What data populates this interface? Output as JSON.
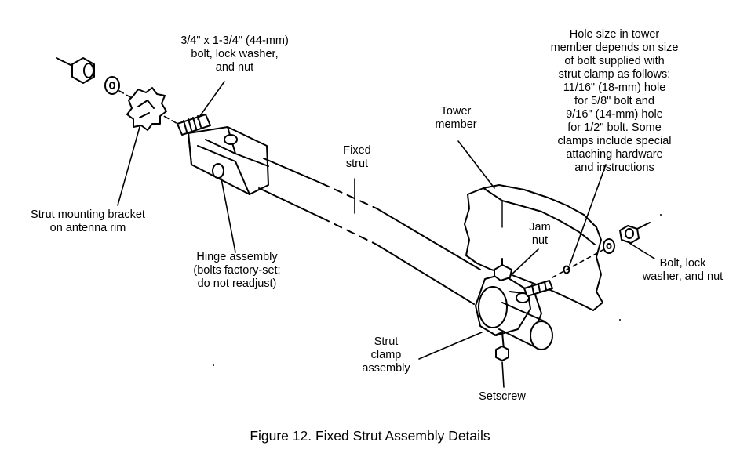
{
  "labels": {
    "bolt_top": "3/4\" x 1-3/4\" (44-mm)\nbolt, lock washer,\nand nut",
    "hole_note": "Hole size in tower\nmember depends on size\nof bolt supplied with\nstrut clamp as follows:\n11/16\" (18-mm) hole\nfor 5/8\" bolt and\n9/16\" (14-mm) hole\nfor 1/2\" bolt. Some\nclamps include special\nattaching hardware\nand instructions",
    "tower_member": "Tower\nmember",
    "fixed_strut": "Fixed\nstrut",
    "mounting_bracket": "Strut mounting bracket\non antenna rim",
    "hinge_assembly": "Hinge assembly\n(bolts factory-set;\ndo not readjust)",
    "jam_nut": "Jam\nnut",
    "bolt_right": "Bolt, lock\nwasher, and nut",
    "strut_clamp": "Strut\nclamp\nassembly",
    "setscrew": "Setscrew"
  },
  "caption": "Figure 12. Fixed Strut Assembly Details"
}
